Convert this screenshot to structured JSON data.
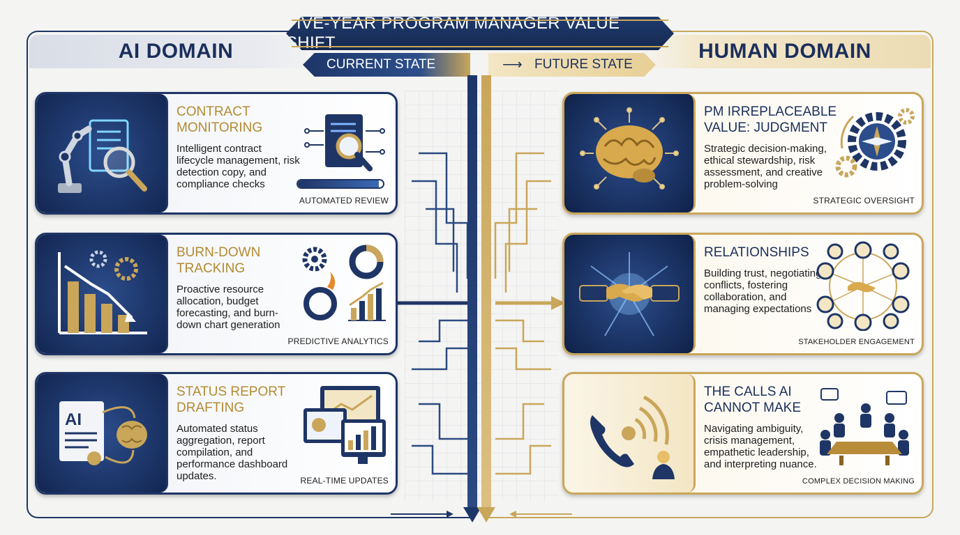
{
  "banner": {
    "title": "FIVE-YEAR PROGRAM MANAGER VALUE SHIFT",
    "current_state": "CURRENT STATE",
    "future_state": "FUTURE STATE"
  },
  "domains": {
    "ai": "AI DOMAIN",
    "human": "HUMAN DOMAIN"
  },
  "ai_cards": [
    {
      "title": "CONTRACT MONITORING",
      "description": "Intelligent contract lifecycle management, risk detection copy, and compliance checks",
      "tag": "AUTOMATED REVIEW",
      "icon": "robot-arm-document-icon",
      "progress": 0.95
    },
    {
      "title": "BURN-DOWN TRACKING",
      "description": "Proactive resource allocation, budget forecasting, and burn-down chart generation",
      "tag": "PREDICTIVE ANALYTICS",
      "icon": "burndown-chart-icon"
    },
    {
      "title": "STATUS REPORT DRAFTING",
      "description": "Automated status aggregation, report compilation, and performance dashboard updates.",
      "tag": "REAL-TIME UPDATES",
      "icon": "ai-report-brain-icon",
      "doc_label": "AI"
    }
  ],
  "human_cards": [
    {
      "title": "PM IRREPLACEABLE VALUE: JUDGMENT",
      "description": "Strategic decision-making, ethical stewardship, risk assessment, and creative problem-solving",
      "tag": "STRATEGIC OVERSIGHT",
      "icon": "brain-icon"
    },
    {
      "title": "RELATIONSHIPS",
      "description": "Building trust, negotiating conflicts, fostering collaboration, and managing expectations",
      "tag": "STAKEHOLDER ENGAGEMENT",
      "icon": "handshake-icon"
    },
    {
      "title": "THE CALLS AI CANNOT MAKE",
      "description": "Navigating ambiguity, crisis management, empathetic leadership, and interpreting nuance.",
      "tag": "COMPLEX DECISION MAKING",
      "icon": "phone-call-icon"
    }
  ],
  "colors": {
    "navy": "#1e3565",
    "gold": "#c9a65a",
    "title_gold": "#b38a32"
  }
}
